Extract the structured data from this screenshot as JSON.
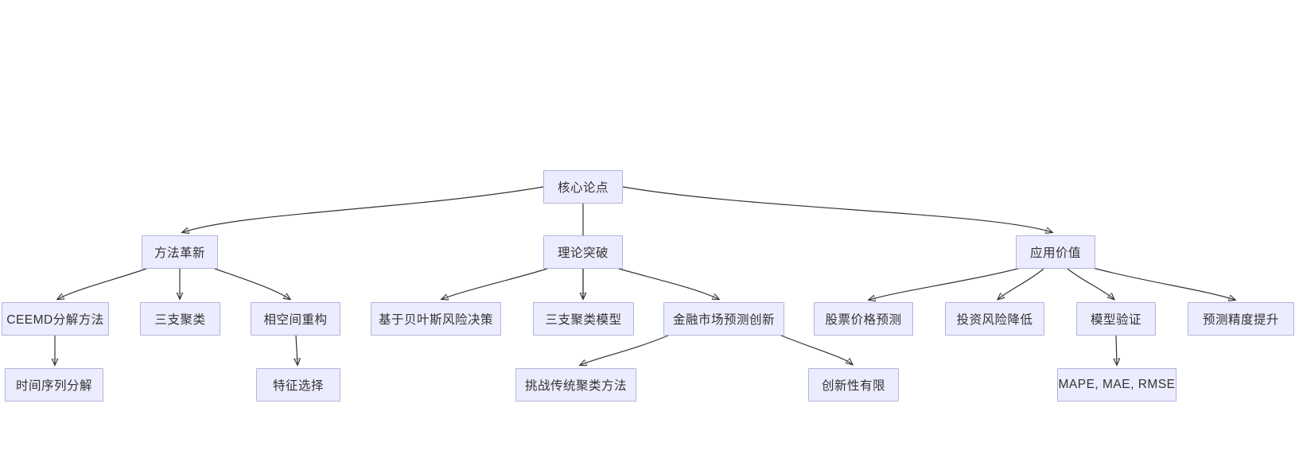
{
  "diagram": {
    "type": "flowchart",
    "direction": "top-down",
    "colors": {
      "background": "#ffffff",
      "node_fill": "#ECECFF",
      "node_border": "#b3b3dc",
      "node_text": "#333333",
      "edge": "#333333"
    },
    "nodes": {
      "root": "核心论点",
      "method_innovation": "方法革新",
      "theory_breakthrough": "理论突破",
      "application_value": "应用价值",
      "ceemd_decomposition": "CEEMD分解方法",
      "three_way_clustering": "三支聚类",
      "phase_space_reconstruction": "相空间重构",
      "bayesian_risk_decision": "基于贝叶斯风险决策",
      "three_way_clustering_model": "三支聚类模型",
      "financial_market_innovation": "金融市场预测创新",
      "stock_price_prediction": "股票价格预测",
      "investment_risk_reduction": "投资风险降低",
      "model_validation": "模型验证",
      "prediction_accuracy_improvement": "预测精度提升",
      "time_series_decomposition": "时间序列分解",
      "feature_selection": "特征选择",
      "challenge_traditional_clustering": "挑战传统聚类方法",
      "limited_novelty": "创新性有限",
      "error_metrics": "MAPE, MAE, RMSE"
    },
    "edges": [
      {
        "from": "root",
        "to": "method_innovation"
      },
      {
        "from": "root",
        "to": "theory_breakthrough"
      },
      {
        "from": "root",
        "to": "application_value"
      },
      {
        "from": "method_innovation",
        "to": "ceemd_decomposition"
      },
      {
        "from": "method_innovation",
        "to": "three_way_clustering"
      },
      {
        "from": "method_innovation",
        "to": "phase_space_reconstruction"
      },
      {
        "from": "theory_breakthrough",
        "to": "bayesian_risk_decision"
      },
      {
        "from": "theory_breakthrough",
        "to": "three_way_clustering_model"
      },
      {
        "from": "theory_breakthrough",
        "to": "financial_market_innovation"
      },
      {
        "from": "application_value",
        "to": "stock_price_prediction"
      },
      {
        "from": "application_value",
        "to": "investment_risk_reduction"
      },
      {
        "from": "application_value",
        "to": "model_validation"
      },
      {
        "from": "application_value",
        "to": "prediction_accuracy_improvement"
      },
      {
        "from": "ceemd_decomposition",
        "to": "time_series_decomposition"
      },
      {
        "from": "phase_space_reconstruction",
        "to": "feature_selection"
      },
      {
        "from": "financial_market_innovation",
        "to": "challenge_traditional_clustering"
      },
      {
        "from": "financial_market_innovation",
        "to": "limited_novelty"
      },
      {
        "from": "model_validation",
        "to": "error_metrics"
      }
    ]
  }
}
